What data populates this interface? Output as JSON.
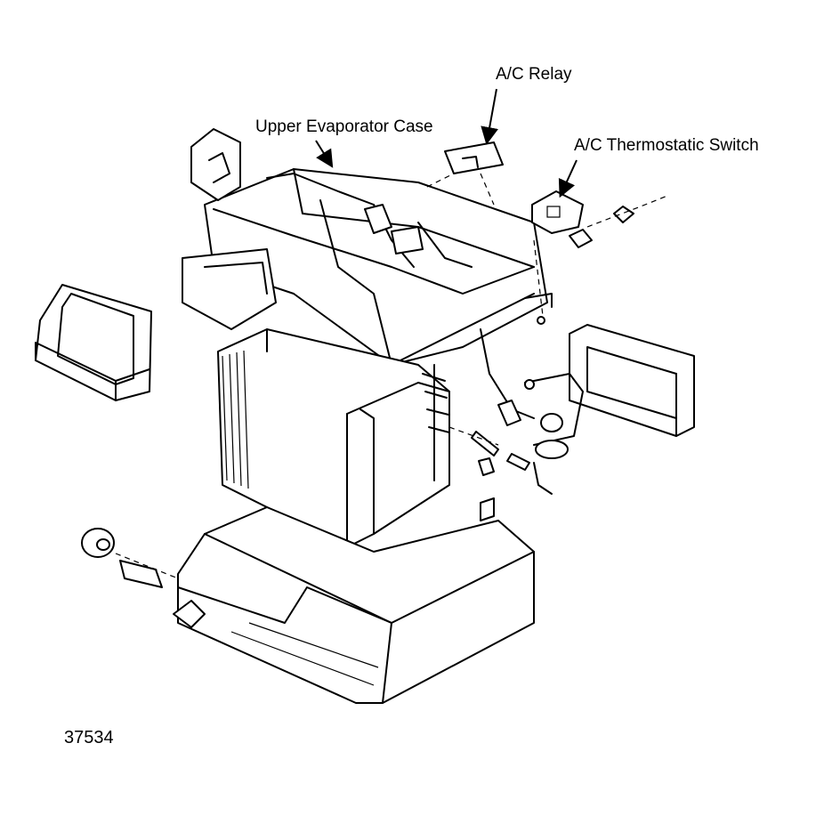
{
  "diagram": {
    "labels": {
      "upper_evaporator_case": "Upper Evaporator Case",
      "ac_relay": "A/C Relay",
      "ac_thermostatic_switch": "A/C Thermostatic Switch",
      "figure_number": "37534"
    }
  }
}
